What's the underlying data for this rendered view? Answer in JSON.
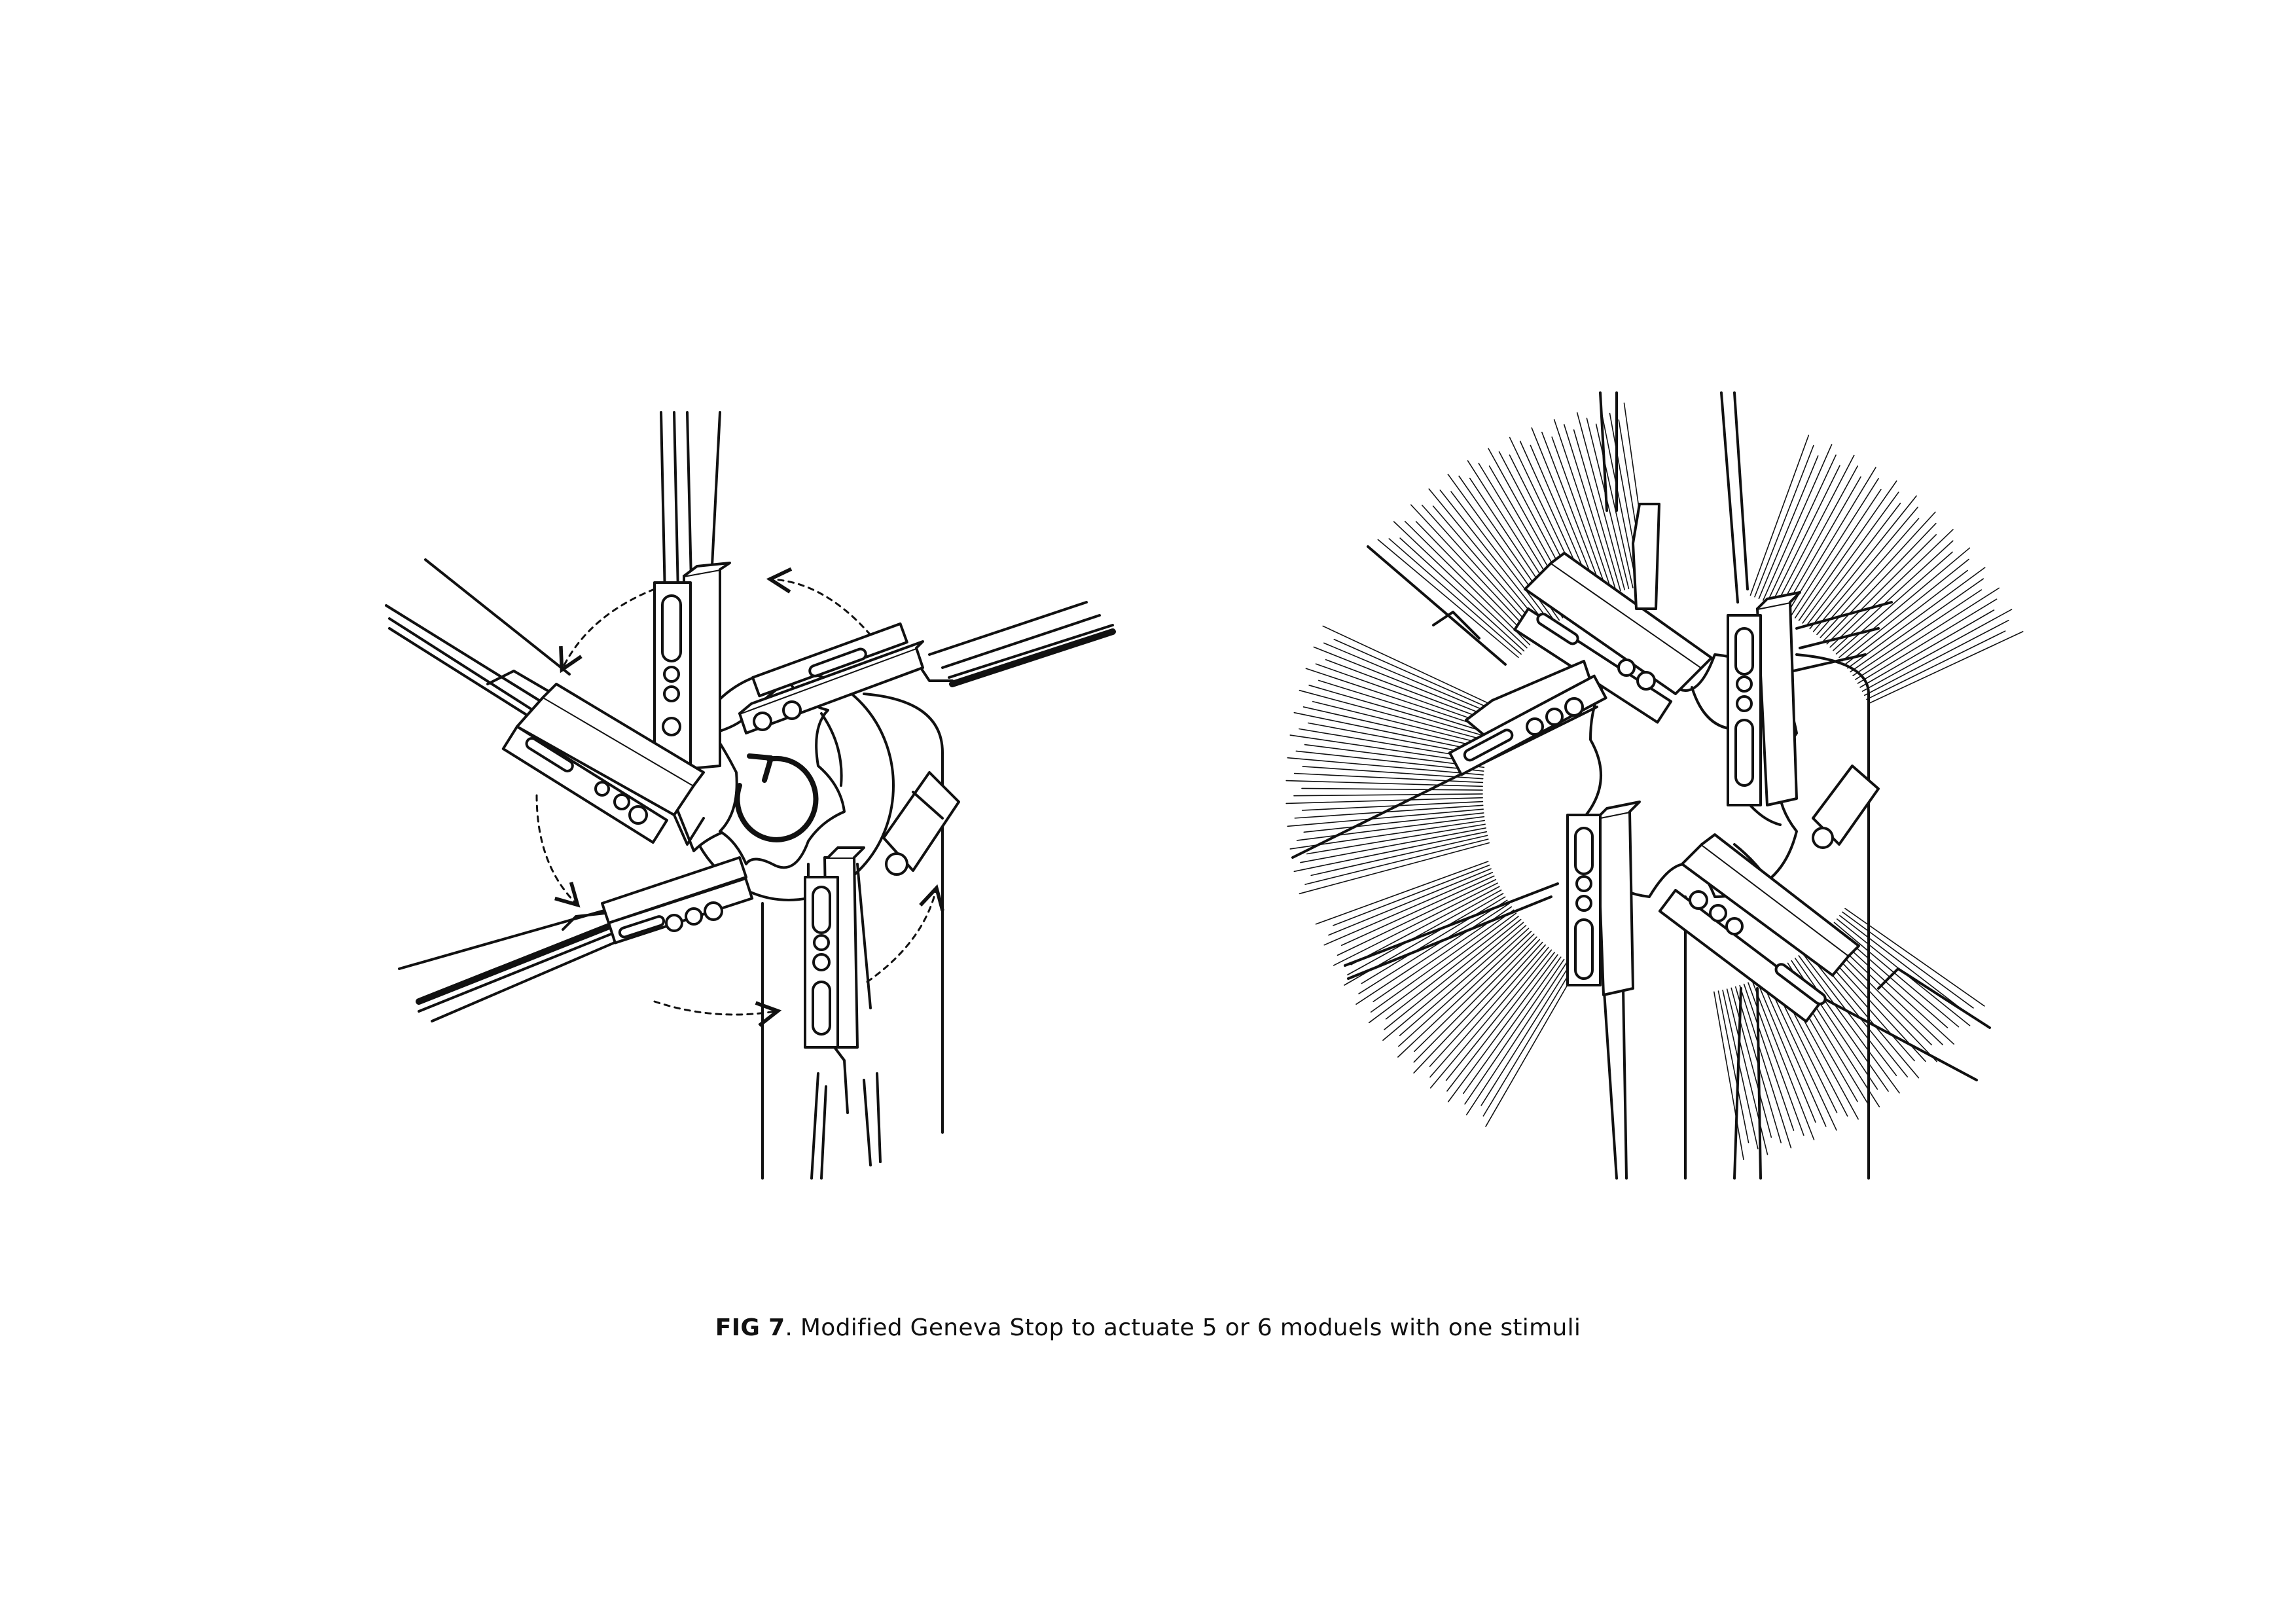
{
  "caption": {
    "label": "FIG 7",
    "text": ". Modified Geneva Stop to actuate 5 or 6 moduels with one stimuli"
  },
  "colors": {
    "ink": "#111111",
    "paper": "#ffffff"
  },
  "figures": [
    {
      "id": "left-mechanism",
      "modules": 5,
      "state": "rotation-indicated"
    },
    {
      "id": "right-mechanism",
      "modules": 6,
      "state": "actuated-fans"
    }
  ]
}
